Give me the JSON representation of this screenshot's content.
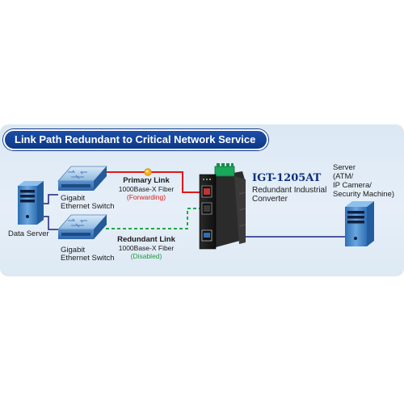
{
  "title": "Link Path Redundant to Critical Network Service",
  "data_server": {
    "label": "Data Server"
  },
  "switch_top": {
    "line1": "Gigabit",
    "line2": "Ethernet Switch"
  },
  "switch_bottom": {
    "line1": "Gigabit",
    "line2": "Ethernet Switch"
  },
  "primary_link": {
    "title": "Primary Link",
    "media": "1000Base-X Fiber",
    "state": "(Forwarding)"
  },
  "redundant_link": {
    "title": "Redundant Link",
    "media": "1000Base-X Fiber",
    "state": "(Disabled)"
  },
  "converter": {
    "model": "IGT-1205AT",
    "line1": "Redundant Industrial",
    "line2": "Converter"
  },
  "remote_server": {
    "line1": "Server",
    "line2": "(ATM/",
    "line3": "IP Camera/",
    "line4": "Security Machine)"
  },
  "colors": {
    "title_bar": "#0d3889",
    "primary_link": "#e01818",
    "redundant_link": "#1fa84a",
    "ethernet_link": "#1a237e",
    "server_blue": "#3b82c4",
    "switch_blue": "#6fa3d6",
    "converter_black": "#1b1b1b"
  },
  "icons": [
    "data-server-icon",
    "switch-icon",
    "converter-icon",
    "server-icon",
    "link-status-led-icon"
  ]
}
